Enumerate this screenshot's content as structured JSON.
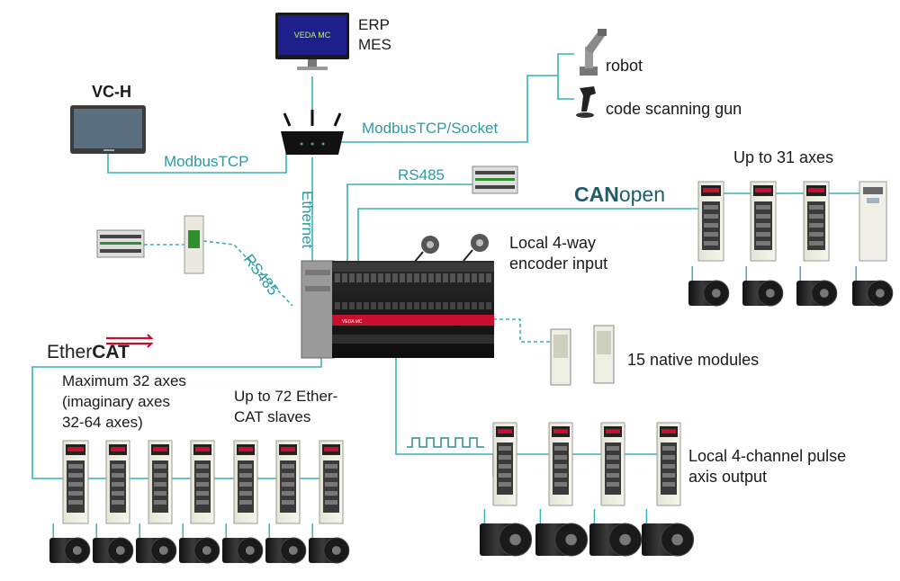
{
  "hmi": {
    "title": "VC-H",
    "connection": "ModbusTCP"
  },
  "monitor": {
    "screen_text": "VEDA MC",
    "label_line1": "ERP",
    "label_line2": "MES"
  },
  "links": {
    "router_to_devices": "ModbusTCP/Socket",
    "ethernet": "Ethernet",
    "rs485_top": "RS485",
    "rs485_left": "RS485"
  },
  "devices": {
    "robot": "robot",
    "scanner": "code scanning gun"
  },
  "canopen": {
    "logo_bold": "CAN",
    "logo_light": "open",
    "label": "Up to 31 axes"
  },
  "encoder": {
    "line1": "Local 4-way",
    "line2": "encoder input"
  },
  "modules": {
    "label": "15 native modules"
  },
  "ethercat": {
    "logo_light": "Ether",
    "logo_bold": "CAT",
    "axes_line1": "Maximum 32 axes",
    "axes_line2": "(imaginary axes",
    "axes_line3": "32-64 axes)",
    "slaves_line1": "Up to 72 Ether-",
    "slaves_line2": "CAT slaves"
  },
  "pulse": {
    "line1": "Local 4-channel pulse",
    "line2": "axis output"
  },
  "controller": {
    "brand": "VEDA MC"
  },
  "colors": {
    "link": "#3ab0b8",
    "accent": "#c8102e",
    "device_body": "#eeeee2"
  }
}
